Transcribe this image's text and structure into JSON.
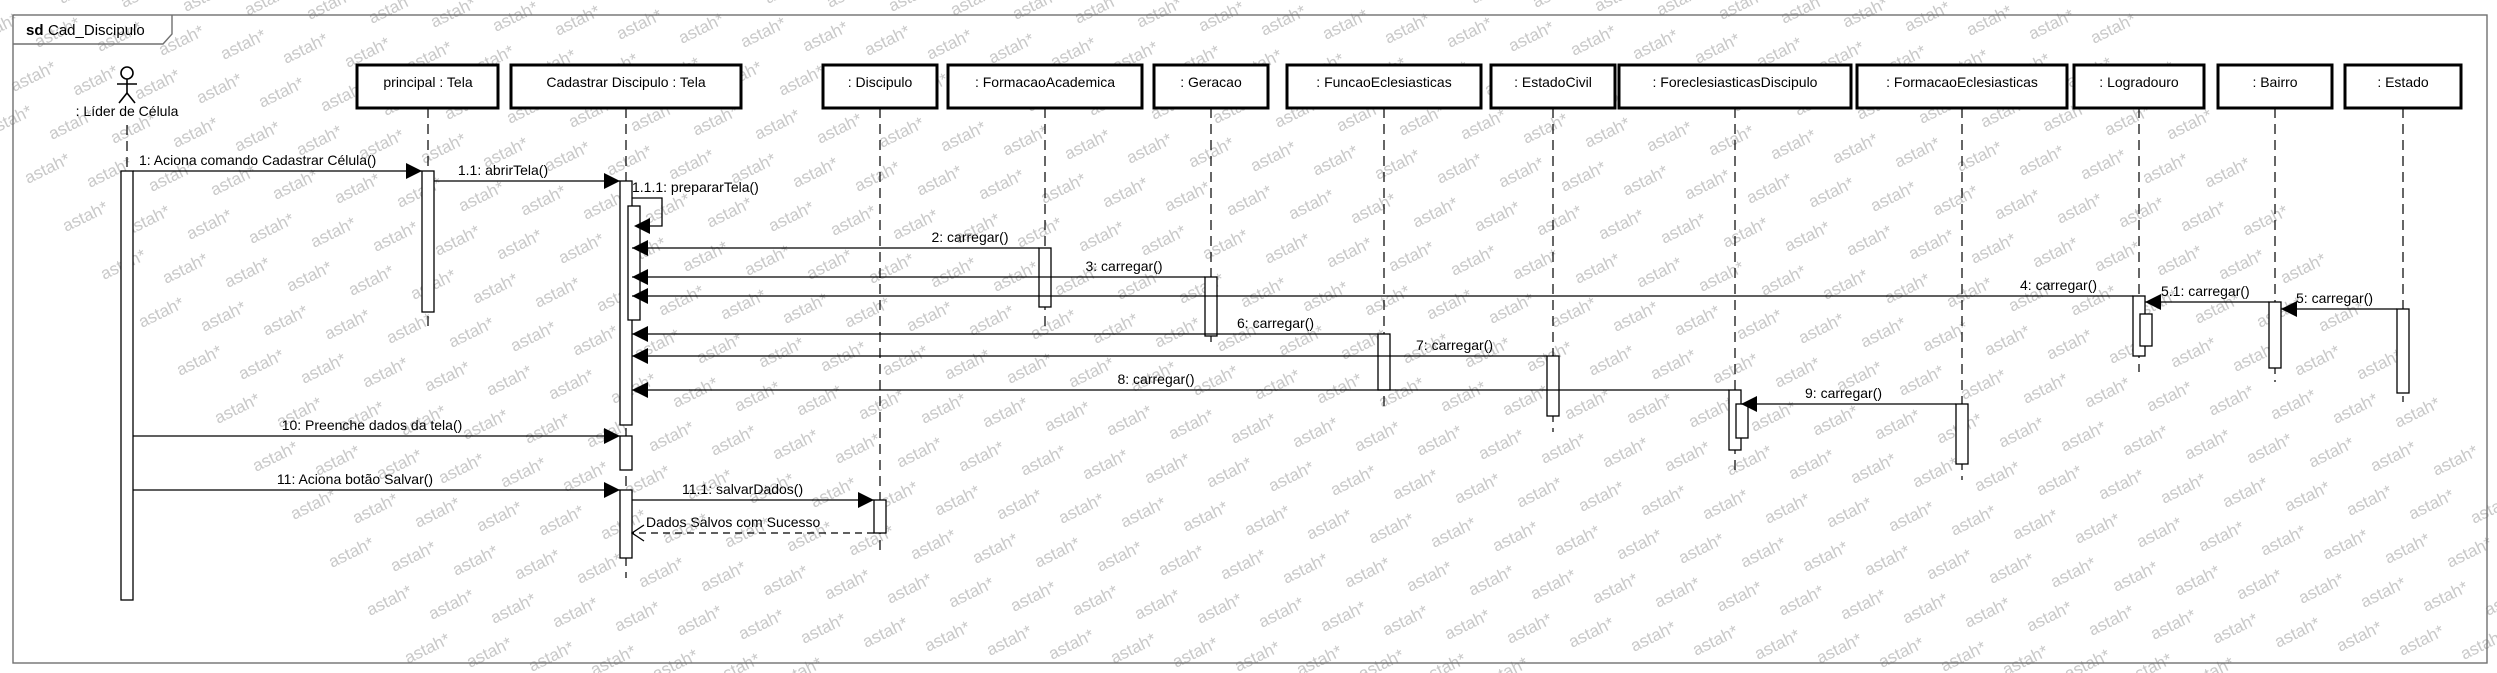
{
  "frame": {
    "keyword": "sd",
    "name": "Cad_Discipulo"
  },
  "watermark": "astah*",
  "actor": {
    "label": ": Líder de Célula"
  },
  "lifelines": [
    {
      "id": "principal",
      "label": "principal : Tela"
    },
    {
      "id": "cadastrar",
      "label": "Cadastrar Discipulo : Tela"
    },
    {
      "id": "discipulo",
      "label": ": Discipulo"
    },
    {
      "id": "formacaoAcademica",
      "label": ": FormacaoAcademica"
    },
    {
      "id": "geracao",
      "label": ": Geracao"
    },
    {
      "id": "funcaoEclesiasticas",
      "label": ": FuncaoEclesiasticas"
    },
    {
      "id": "estadoCivil",
      "label": ": EstadoCivil"
    },
    {
      "id": "foreclesiasticasDiscipulo",
      "label": ": ForeclesiasticasDiscipulo"
    },
    {
      "id": "formacaoEclesiasticas",
      "label": ": FormacaoEclesiasticas"
    },
    {
      "id": "logradouro",
      "label": ": Logradouro"
    },
    {
      "id": "bairro",
      "label": ": Bairro"
    },
    {
      "id": "estado",
      "label": ": Estado"
    }
  ],
  "messages": [
    {
      "id": "m1",
      "label": "1: Aciona comando Cadastrar Célula()",
      "from": "actor",
      "to": "principal",
      "kind": "sync"
    },
    {
      "id": "m11",
      "label": "1.1: abrirTela()",
      "from": "principal",
      "to": "cadastrar",
      "kind": "sync"
    },
    {
      "id": "m111",
      "label": "1.1.1: prepararTela()",
      "from": "cadastrar",
      "to": "cadastrar",
      "kind": "self"
    },
    {
      "id": "m2",
      "label": "2: carregar()",
      "from": "formacaoAcademica",
      "to": "cadastrar",
      "kind": "sync"
    },
    {
      "id": "m3",
      "label": "3: carregar()",
      "from": "geracao",
      "to": "cadastrar",
      "kind": "sync"
    },
    {
      "id": "m4",
      "label": "4: carregar()",
      "from": "logradouro",
      "to": "cadastrar",
      "kind": "sync"
    },
    {
      "id": "m51",
      "label": "5.1: carregar()",
      "from": "bairro",
      "to": "logradouro",
      "kind": "sync"
    },
    {
      "id": "m5",
      "label": "5: carregar()",
      "from": "estado",
      "to": "bairro",
      "kind": "sync"
    },
    {
      "id": "m6",
      "label": "6: carregar()",
      "from": "funcaoEclesiasticas",
      "to": "cadastrar",
      "kind": "sync"
    },
    {
      "id": "m7",
      "label": "7: carregar()",
      "from": "estadoCivil",
      "to": "cadastrar",
      "kind": "sync"
    },
    {
      "id": "m8",
      "label": "8: carregar()",
      "from": "foreclesiasticasDiscipulo",
      "to": "cadastrar",
      "kind": "sync"
    },
    {
      "id": "m9",
      "label": "9: carregar()",
      "from": "formacaoEclesiasticas",
      "to": "foreclesiasticasDiscipulo",
      "kind": "sync"
    },
    {
      "id": "m10",
      "label": "10: Preenche dados da tela()",
      "from": "actor",
      "to": "cadastrar",
      "kind": "sync"
    },
    {
      "id": "m11b",
      "label": "11: Aciona botão Salvar()",
      "from": "actor",
      "to": "cadastrar",
      "kind": "sync"
    },
    {
      "id": "m111b",
      "label": "11.1: salvarDados()",
      "from": "cadastrar",
      "to": "discipulo",
      "kind": "sync"
    },
    {
      "id": "mret",
      "label": "Dados Salvos com Sucesso",
      "from": "discipulo",
      "to": "cadastrar",
      "kind": "return"
    }
  ]
}
